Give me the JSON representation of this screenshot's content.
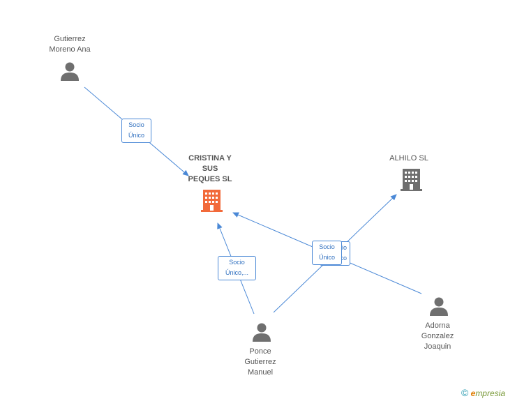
{
  "nodes": {
    "gutierrez": {
      "label": [
        "Gutierrez",
        "Moreno Ana"
      ],
      "icon": "person-icon"
    },
    "cristina": {
      "label": [
        "CRISTINA Y",
        "SUS",
        "PEQUES SL"
      ],
      "icon": "building-icon"
    },
    "alhilo": {
      "label": [
        "ALHILO SL"
      ],
      "icon": "building-icon"
    },
    "ponce": {
      "label": [
        "Ponce",
        "Gutierrez",
        "Manuel"
      ],
      "icon": "person-icon"
    },
    "adorna": {
      "label": [
        "Adorna",
        "Gonzalez",
        "Joaquin"
      ],
      "icon": "person-icon"
    }
  },
  "edges": {
    "gutierrez_cristina": [
      "Socio",
      "Único"
    ],
    "ponce_cristina": [
      "Socio",
      "Único,..."
    ],
    "ponce_alhilo": [
      "Socio",
      "Único"
    ],
    "adorna_cristina": [
      "Socio",
      "Único"
    ]
  },
  "colors": {
    "edge": "#4a88d6",
    "person": "#6f6f6f",
    "company_main": "#f26a3a",
    "company": "#6f6f6f"
  },
  "brand": {
    "copyright": "©",
    "first": "e",
    "rest": "mpresia"
  }
}
